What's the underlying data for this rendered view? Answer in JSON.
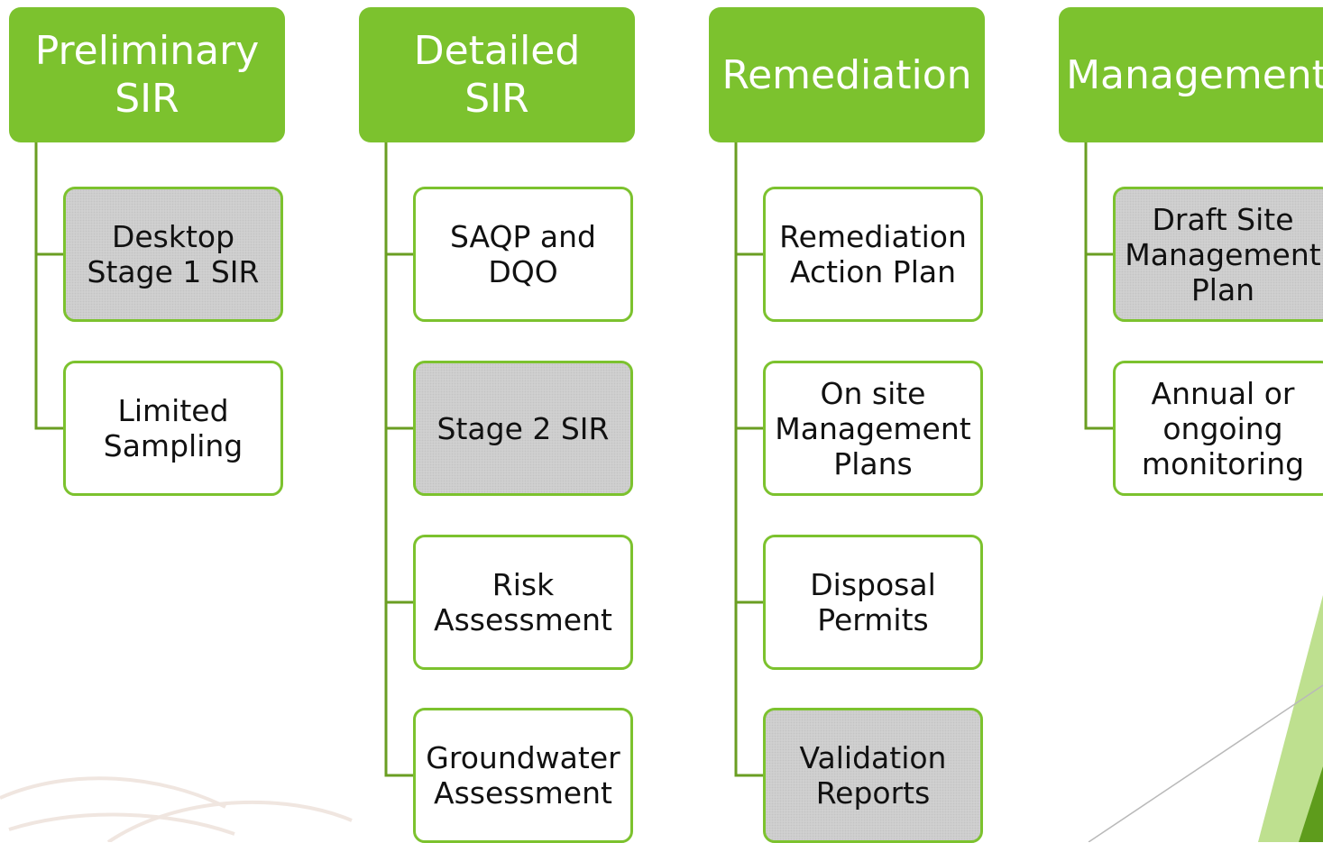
{
  "colors": {
    "accent": "#7cc22e",
    "connector": "#6a9e22",
    "shaded": "#d3d3d3"
  },
  "columns": [
    {
      "header": [
        "Preliminary",
        "SIR"
      ],
      "items": [
        {
          "lines": [
            "Desktop",
            "Stage 1 SIR"
          ],
          "shaded": true
        },
        {
          "lines": [
            "Limited",
            "Sampling"
          ],
          "shaded": false
        }
      ]
    },
    {
      "header": [
        "Detailed",
        "SIR"
      ],
      "items": [
        {
          "lines": [
            "SAQP and",
            "DQO"
          ],
          "shaded": false
        },
        {
          "lines": [
            "Stage 2 SIR"
          ],
          "shaded": true
        },
        {
          "lines": [
            "Risk",
            "Assessment"
          ],
          "shaded": false
        },
        {
          "lines": [
            "Groundwater",
            "Assessment"
          ],
          "shaded": false
        }
      ]
    },
    {
      "header": [
        "Remediation"
      ],
      "items": [
        {
          "lines": [
            "Remediation",
            "Action Plan"
          ],
          "shaded": false
        },
        {
          "lines": [
            "On site",
            "Management",
            "Plans"
          ],
          "shaded": false
        },
        {
          "lines": [
            "Disposal",
            "Permits"
          ],
          "shaded": false
        },
        {
          "lines": [
            "Validation",
            "Reports"
          ],
          "shaded": true
        }
      ]
    },
    {
      "header": [
        "Management"
      ],
      "items": [
        {
          "lines": [
            "Draft Site",
            "Management",
            "Plan"
          ],
          "shaded": true
        },
        {
          "lines": [
            "Annual or",
            "ongoing",
            "monitoring"
          ],
          "shaded": false
        }
      ]
    }
  ]
}
